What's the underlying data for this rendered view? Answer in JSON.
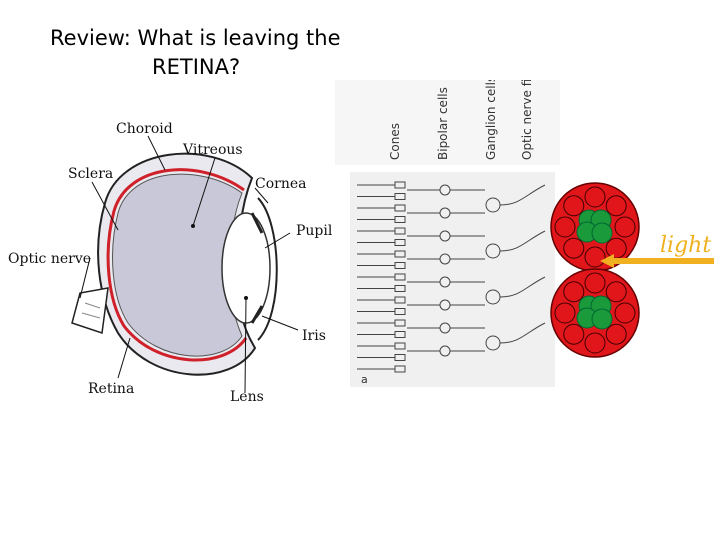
{
  "title": {
    "line1": "Review:  What is leaving the",
    "line2": "RETINA?"
  },
  "eye_labels": {
    "choroid": "Choroid",
    "vitreous": "Vitreous",
    "sclera": "Sclera",
    "cornea": "Cornea",
    "pupil": "Pupil",
    "optic_nerve": "Optic nerve",
    "iris": "Iris",
    "retina": "Retina",
    "lens": "Lens"
  },
  "retina_columns": {
    "cones": "Cones",
    "bipolar": "Bipolar cells",
    "ganglion": "Ganglion cells",
    "optic_nerve": "Optic nerve fibres"
  },
  "panel_letter": "a",
  "light_label": "light",
  "colors": {
    "retina_line": "#d0202a",
    "vitreous": "#c8c8d8",
    "bundle_outer": "#e0161b",
    "bundle_inner": "#1a9a3a",
    "arrow": "#f0b020"
  }
}
